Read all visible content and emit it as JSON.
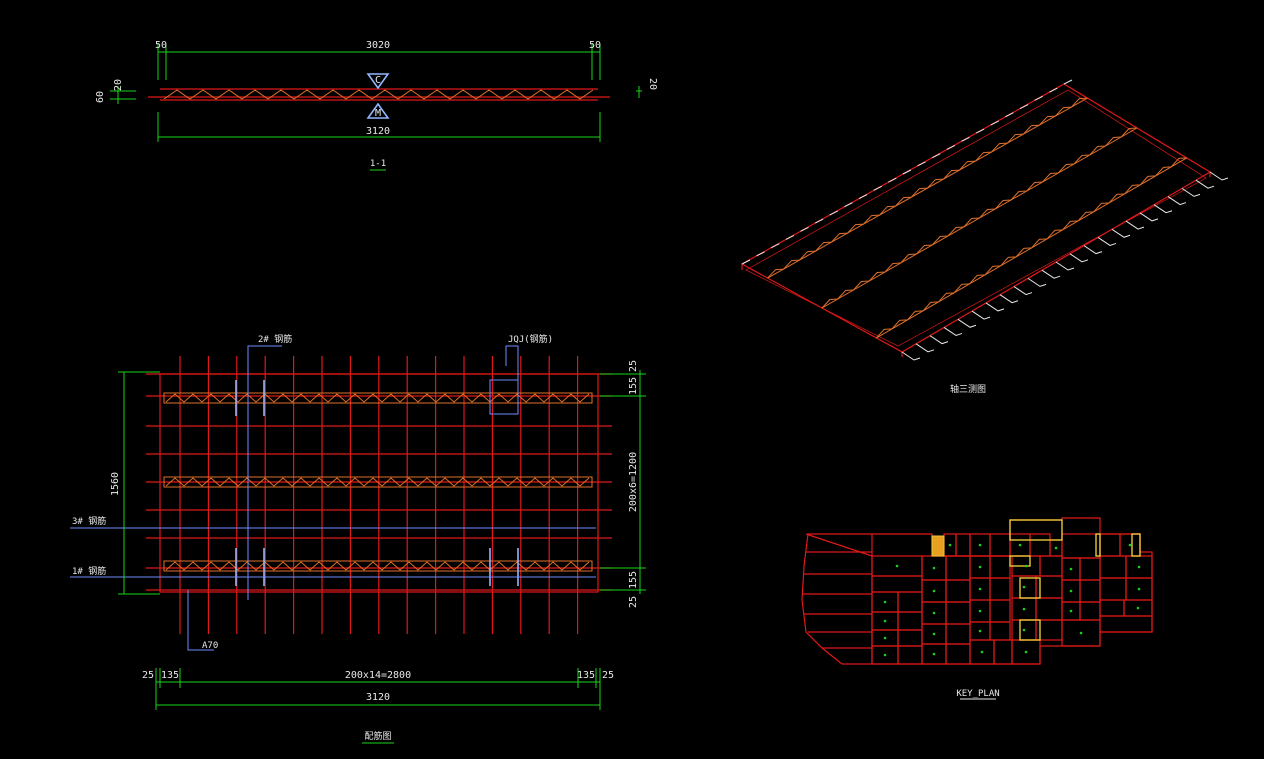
{
  "section_view": {
    "dim_left": "50",
    "dim_mid": "3020",
    "dim_right": "50",
    "dim_total": "3120",
    "dim_height_60": "60",
    "dim_height_20_left": "20",
    "dim_height_20_right": "20",
    "marker_top": "C",
    "marker_bottom": "M",
    "title": "1-1"
  },
  "plan_view": {
    "label_2": "2# 钢筋",
    "label_jq": "JQJ(钢筋)",
    "label_3": "3# 钢筋",
    "label_1": "1# 钢筋",
    "label_a70": "A70",
    "dim_height": "1560",
    "dim_right_25_top": "25",
    "dim_right_155_top": "155",
    "dim_right_mid": "200x6=1200",
    "dim_right_155_bot": "155",
    "dim_right_25_bot": "25",
    "dim_bottom_25_left": "25",
    "dim_bottom_135_left": "135",
    "dim_bottom_mid": "200x14=2800",
    "dim_bottom_135_right": "135",
    "dim_bottom_25_right": "25",
    "dim_bottom_total": "3120",
    "title": "配筋图"
  },
  "iso_view": {
    "title": "轴三测图"
  },
  "key_plan": {
    "title": "KEY_PLAN"
  },
  "colors": {
    "background": "#000000",
    "dimension": "#19d219",
    "rebar": "#e01818",
    "truss": "#e07028",
    "leader": "#6f8cff",
    "text": "#e8e8e8",
    "highlight": "#e8c838"
  }
}
